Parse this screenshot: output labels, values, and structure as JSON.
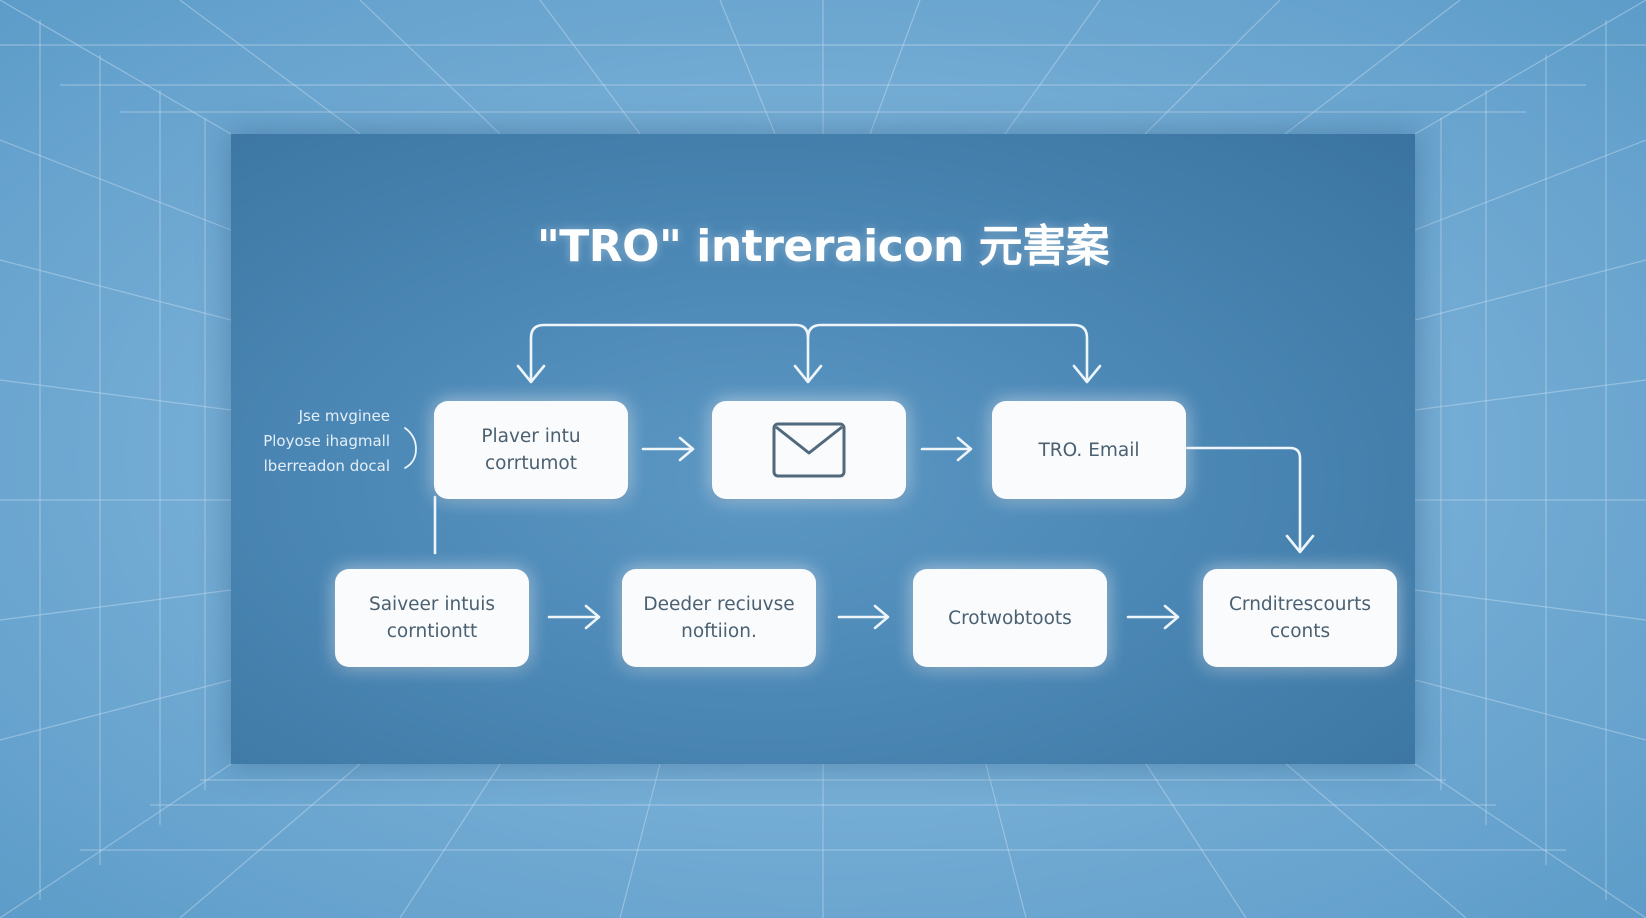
{
  "title": "\"TRO\" intreraicon 元害案",
  "side_note": "Jse mvginee\nPloyose ihagmall\nlberreadon docal",
  "nodes": {
    "player_intro": "Plaver intu\ncorrtumot",
    "email_icon_node": "",
    "tro_email": "TRO. Email",
    "server_initial": "Saiveer intuis\ncorntiontt",
    "decider": "Deeder reciuvse\nnoftiion.",
    "crotwobtoots": "Crotwobtoots",
    "creditors": "Crnditrescourts\ncconts"
  },
  "icons": {
    "email": "envelope-icon",
    "arrow": "arrow-right-icon",
    "down": "arrow-down-icon"
  },
  "colors": {
    "panel": "#4c88b6",
    "node_fill": "#f9fbfd",
    "node_text": "#4b6070",
    "connector": "#eef5fb"
  }
}
